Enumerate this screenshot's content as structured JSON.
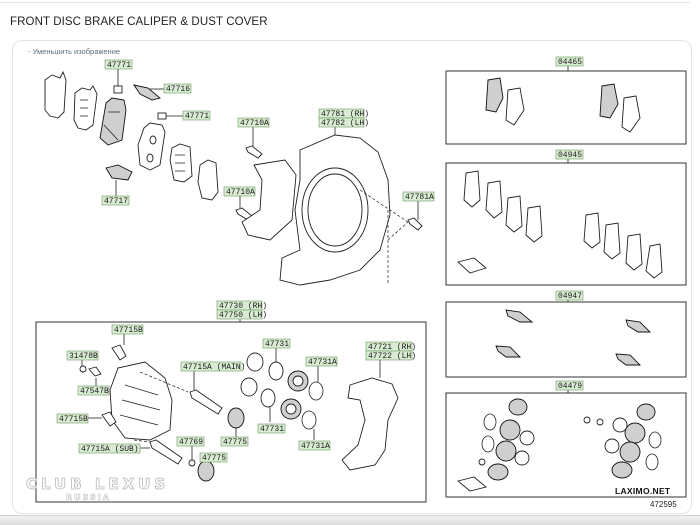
{
  "page": {
    "title": "FRONT DISC BRAKE CALIPER & DUST COVER",
    "shrink_link": "- Уменьшить изображение",
    "watermark": "CLUB LEXUS",
    "watermark_sub": "RUSSIA",
    "brand": "LAXIMO.NET",
    "image_number": "472595"
  },
  "callouts": {
    "pads_top": "47771",
    "anti_squeal_shim": "47716",
    "pads_right": "47771",
    "shim_kit": "47717",
    "bolt_upper": "47710A",
    "bolt_lower": "47710A",
    "dust_cover_rh": "47781 (RH)",
    "dust_cover_lh": "47782 (LH)",
    "dust_cover_bolt": "47781A",
    "caliper_rh": "47730 (RH)",
    "caliper_lh": "47750 (LH)",
    "bolt_47715b_top": "47715B",
    "cap_31478b": "31478B",
    "bleeder_47547b": "47547B",
    "bolt_47715b_bottom": "47715B",
    "pin_main": "47715A (MAIN)",
    "pin_sub": "47715A (SUB)",
    "bushing_47769": "47769",
    "boot_47775_a": "47775",
    "boot_47775_b": "47775",
    "piston_upper": "47731",
    "piston_lower": "47731",
    "ring_upper": "47731A",
    "ring_lower": "47731A",
    "mount_rh": "47721 (RH)",
    "mount_lh": "47722 (LH)"
  },
  "kits": [
    {
      "code": "04465",
      "description": "pad kit"
    },
    {
      "code": "04945",
      "description": "pad & shim kit"
    },
    {
      "code": "04947",
      "description": "shim kit"
    },
    {
      "code": "04479",
      "description": "cylinder kit"
    }
  ]
}
